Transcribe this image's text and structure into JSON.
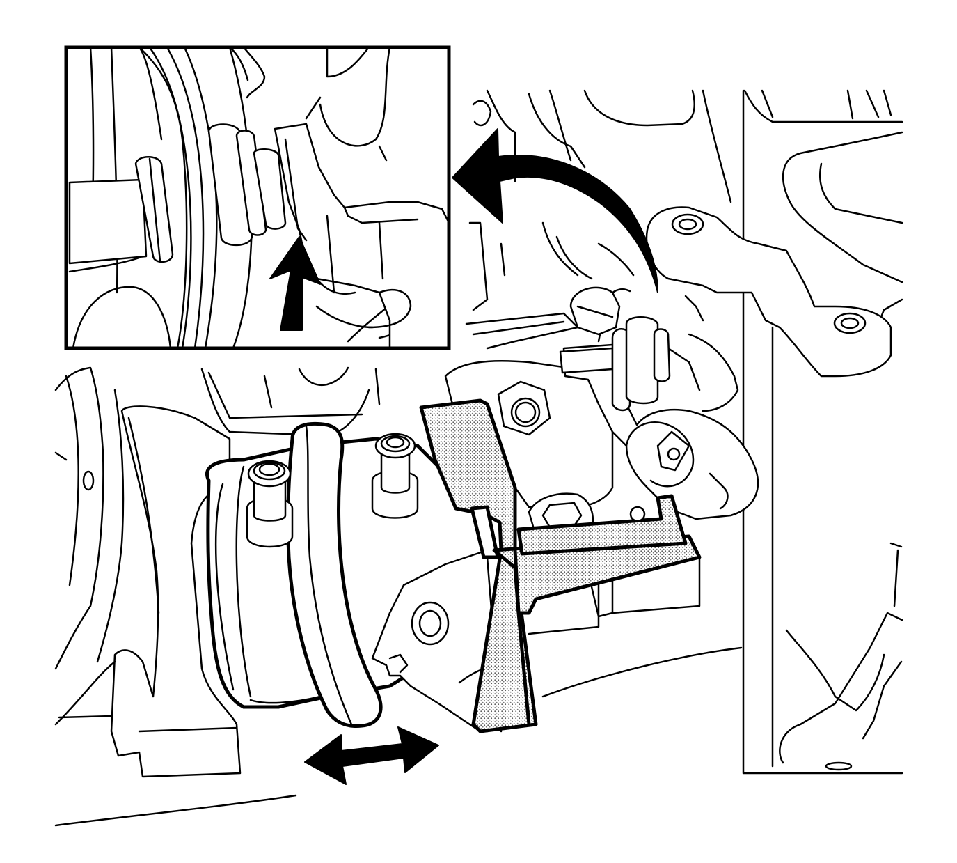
{
  "figure": {
    "kind": "technical line illustration",
    "description_colors": {
      "line": "#000000",
      "background": "#ffffff",
      "tool_hatch": "#9a9a9a"
    },
    "inset_present": true,
    "arrows": [
      "curved-arrow-up-left",
      "straight-arrow-up",
      "double-headed-arrow-horizontal"
    ],
    "tool_fill_pattern": "dotted hatch"
  }
}
